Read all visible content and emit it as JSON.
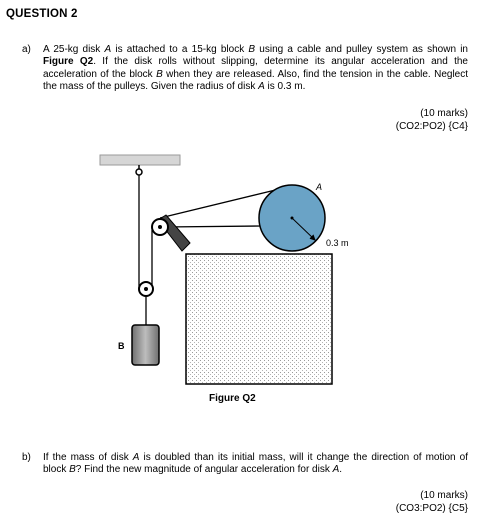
{
  "heading": "QUESTION 2",
  "part_a": {
    "label": "a)",
    "text_1": "A 25-kg disk ",
    "var_A": "A",
    "text_2": " is attached to a 15-kg block ",
    "var_B": "B",
    "text_3": " using a cable and pulley system as shown in ",
    "figure_ref": "Figure Q2",
    "text_4": ". If the disk rolls without slipping, determine its angular acceleration and the acceleration of the block ",
    "var_B2": "B",
    "text_5": " when they are released. Also, find the tension in the cable. Neglect the mass of the pulleys. Given the radius of disk ",
    "var_A2": "A",
    "text_6": " is 0.3 m.",
    "marks": "(10 marks)",
    "code": "(CO2:PO2) {C4}"
  },
  "figure": {
    "label_disk": "A",
    "label_block": "B",
    "label_radius": "0.3 m",
    "caption": "Figure Q2"
  },
  "part_b": {
    "label": "b)",
    "text_1": "If the mass of disk ",
    "var_A": "A",
    "text_2": " is doubled than its initial mass, will it change the direction of motion of block ",
    "var_B": "B",
    "text_3": "? Find the new magnitude of angular acceleration for disk ",
    "var_A2": "A",
    "text_4": ".",
    "marks": "(10 marks)",
    "code": "(CO3:PO2) {C5}"
  }
}
